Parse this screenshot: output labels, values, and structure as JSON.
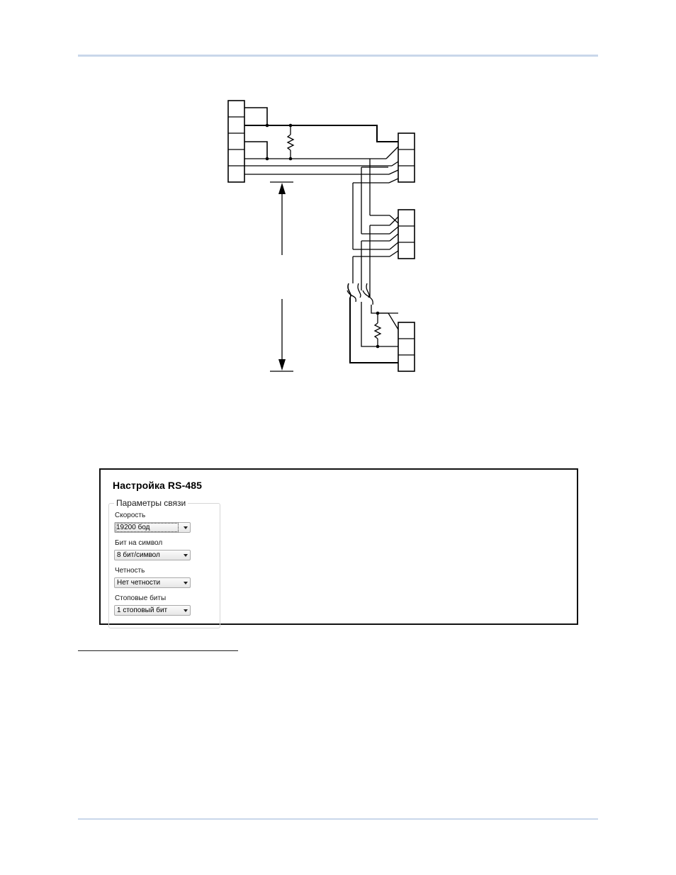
{
  "panel": {
    "title": "Настройка RS-485",
    "group_label": "Параметры связи",
    "fields": [
      {
        "label": "Скорость",
        "value": "19200 бод"
      },
      {
        "label": "Бит на символ",
        "value": "8 бит/символ"
      },
      {
        "label": "Четность",
        "value": "Нет четности"
      },
      {
        "label": "Стоповые биты",
        "value": "1 стоповый бит"
      }
    ]
  },
  "colors": {
    "rule": "#c9d7ea",
    "line": "#000000"
  }
}
